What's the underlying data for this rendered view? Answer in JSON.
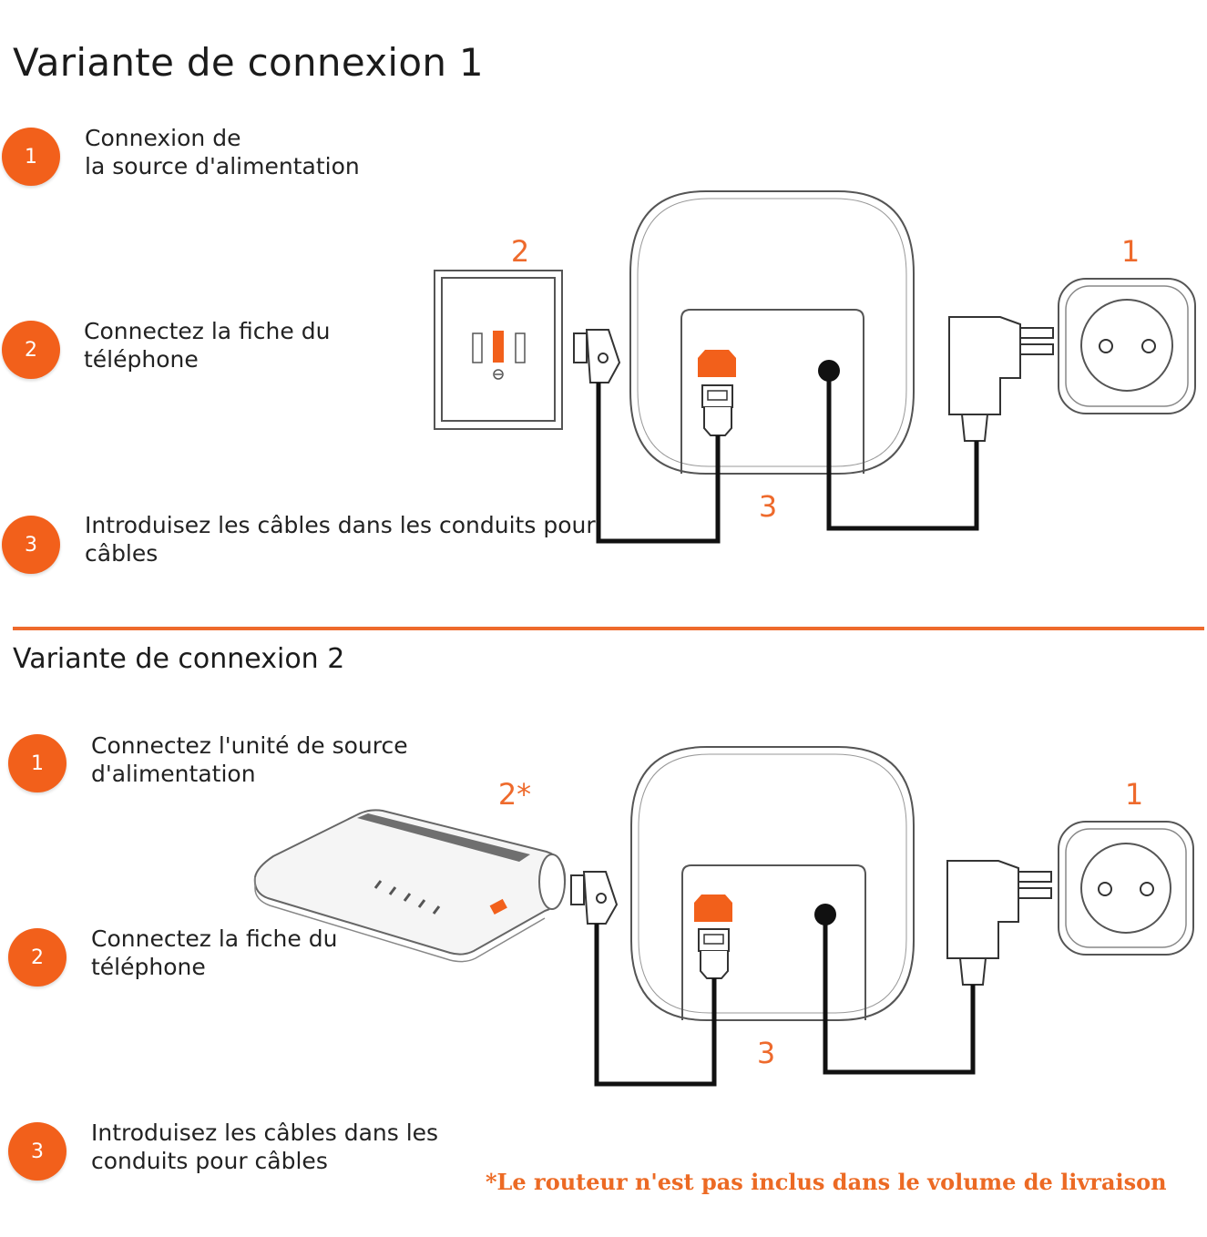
{
  "colors": {
    "accent": "#f2601b",
    "cable": "#111111",
    "outline": "#555555"
  },
  "section1": {
    "title": "Variante de connexion 1",
    "steps": [
      {
        "number": "1",
        "line1": "Connexion de",
        "line2": "la source d'alimentation"
      },
      {
        "number": "2",
        "line1": "Connectez la fiche du",
        "line2": "téléphone"
      },
      {
        "number": "3",
        "line1": "Introduisez les câbles dans les conduits pour",
        "line2": "câbles"
      }
    ],
    "labels": {
      "wall_jack": "2",
      "cable": "3",
      "power": "1"
    }
  },
  "section2": {
    "title": "Variante de connexion 2",
    "steps": [
      {
        "number": "1",
        "line1": "Connectez l'unité de source",
        "line2": "d'alimentation"
      },
      {
        "number": "2",
        "line1": "Connectez la fiche du",
        "line2": "téléphone"
      },
      {
        "number": "3",
        "line1": "Introduisez les câbles dans les",
        "line2": "conduits pour câbles"
      }
    ],
    "labels": {
      "router": "2*",
      "cable": "3",
      "power": "1"
    }
  },
  "footnote": "*Le routeur n'est pas inclus dans le volume de livraison"
}
